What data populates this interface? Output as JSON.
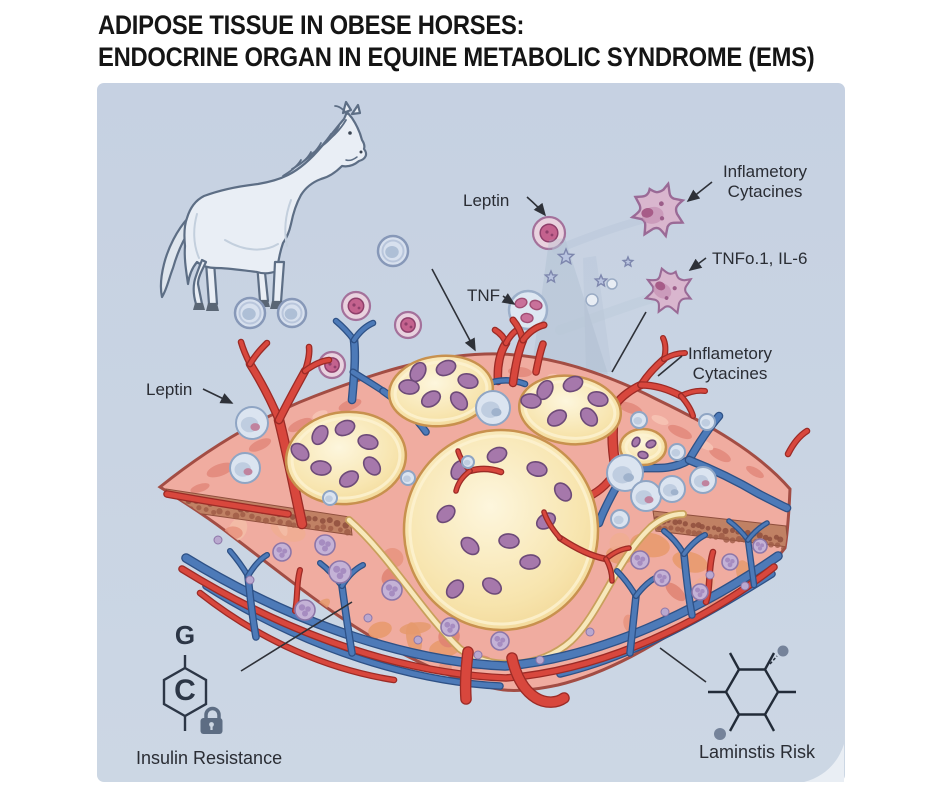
{
  "title": {
    "line1": "ADIPOSE TISSUE IN OBESE HORSES:",
    "line2": "ENDOCRINE ORGAN IN EQUINE METABOLIC SYNDROME (EMS)"
  },
  "labels": {
    "leptin_top": "Leptin",
    "tnf": "TNF",
    "inflammatory_top_line1": "Inflametory",
    "inflammatory_top_line2": "Cytacines",
    "tnf_il6": "TNFo.1, IL-6",
    "inflammatory_mid_line1": "Inflametory",
    "inflammatory_mid_line2": "Cytacines",
    "leptin_left": "Leptin",
    "insulin_resistance": "Insulin Resistance",
    "laminitis_risk": "Laminstis Risk",
    "hexagon_top_letter": "G",
    "hexagon_center_letter": "C"
  },
  "icons": {
    "horse": "horse-outline-illustration",
    "macrophage": "inflammatory-cytokine-cell-icon",
    "lock": "lock-icon",
    "glucose_hexagon": "glucose-hexagon-icon",
    "molecule": "laminitis-molecule-icon"
  },
  "palette": {
    "panel_bg": "#c7d2e2",
    "tissue_pink": "#f0aca0",
    "tissue_outline": "#a34d44",
    "fat_cell": "#f7e6b4",
    "fat_cell_outline": "#c8914e",
    "nucleus_purple": "#a678ab",
    "artery_red": "#d8473d",
    "vein_blue": "#4d7ab8",
    "immune_cell_blue": "#dbe4f0",
    "label_text": "#2a2d34",
    "title_text": "#151515"
  }
}
